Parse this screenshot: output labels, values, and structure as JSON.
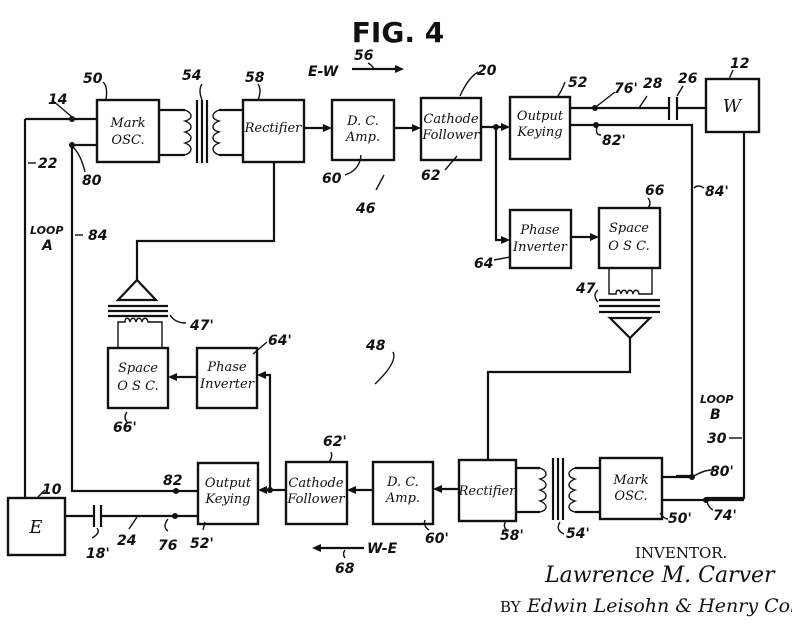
{
  "figure": {
    "title": "FIG. 4"
  },
  "blocks": {
    "mark_osc_top": {
      "line1": "Mark",
      "line2": "OSC."
    },
    "rectifier_top": {
      "line1": "Rectifier"
    },
    "dc_amp_top": {
      "line1": "D. C.",
      "line2": "Amp."
    },
    "cathode_follower_top": {
      "line1": "Cathode",
      "line2": "Follower"
    },
    "output_keying_top": {
      "line1": "Output",
      "line2": "Keying"
    },
    "w_station": {
      "line1": "W"
    },
    "phase_inverter_right": {
      "line1": "Phase",
      "line2": "Inverter"
    },
    "space_osc_right": {
      "line1": "Space",
      "line2": "O S C."
    },
    "space_osc_left": {
      "line1": "Space",
      "line2": "O S C."
    },
    "phase_inverter_left": {
      "line1": "Phase",
      "line2": "Inverter"
    },
    "e_station": {
      "line1": "E"
    },
    "output_keying_bottom": {
      "line1": "Output",
      "line2": "Keying"
    },
    "cathode_follower_bottom": {
      "line1": "Cathode",
      "line2": "Follower"
    },
    "dc_amp_bottom": {
      "line1": "D. C.",
      "line2": "Amp."
    },
    "rectifier_bottom": {
      "line1": "Rectifier"
    },
    "mark_osc_bottom": {
      "line1": "Mark",
      "line2": "OSC."
    }
  },
  "refs": {
    "r50": "50",
    "r54": "54",
    "r58": "58",
    "r56": "56",
    "r20": "20",
    "r52": "52",
    "r76p": "76'",
    "r28": "28",
    "r26": "26",
    "r12": "12",
    "r14": "14",
    "r80": "80",
    "r22": "22",
    "r82p": "82'",
    "r84p": "84'",
    "r60": "60",
    "r62": "62",
    "r46": "46",
    "r66": "66",
    "r64": "64",
    "r47": "47",
    "r84": "84",
    "r47p": "47'",
    "r64p": "64'",
    "r48": "48",
    "r66p": "66'",
    "r62p": "62'",
    "r30": "30",
    "r80p": "80'",
    "r10": "10",
    "r82": "82",
    "r18p": "18'",
    "r24": "24",
    "r76": "76",
    "r52p": "52'",
    "r60p": "60'",
    "r58p": "58'",
    "r54p": "54'",
    "r50p": "50'",
    "r74p": "74'",
    "r68": "68"
  },
  "labels": {
    "ew": "E-W",
    "we": "W-E",
    "loop_a_1": "LOOP",
    "loop_a_2": "A",
    "loop_b_1": "LOOP",
    "loop_b_2": "B"
  },
  "inventor": {
    "heading": "INVENTOR.",
    "name": "Lawrence M. Carver",
    "by": "BY",
    "attorneys": "Edwin Leisohn & Henry Cohen"
  }
}
